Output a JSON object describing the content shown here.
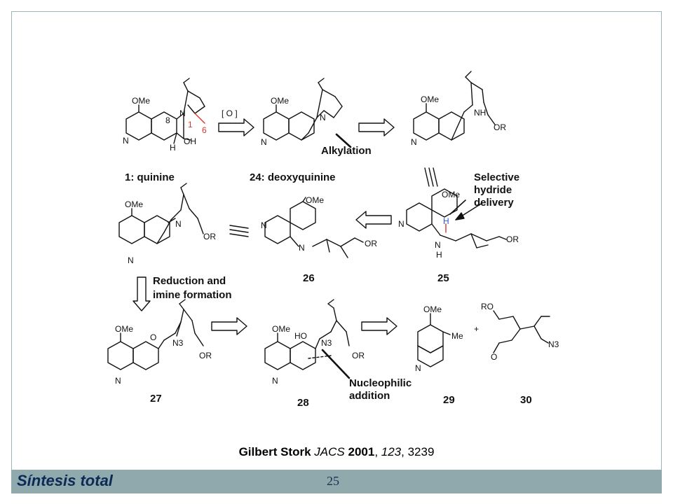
{
  "footer": {
    "title": "Síntesis total",
    "page_number": "25"
  },
  "citation": {
    "author": "Gilbert Stork",
    "journal": "JACS",
    "year": "2001",
    "volume": "123",
    "pages": "3239"
  },
  "scheme": {
    "compounds": {
      "c1": "1: quinine",
      "c24": "24: deoxyquinine",
      "c26": "26",
      "c25": "25",
      "c27": "27",
      "c28": "28",
      "c29": "29",
      "c30": "30"
    },
    "notes": {
      "alkylation": "Alkylation",
      "selective1": "Selective",
      "selective2": "hydride",
      "selective3": "delivery",
      "reduction1": "Reduction and",
      "reduction2": "imine formation",
      "nucleo1": "Nucleophilic",
      "nucleo2": "addition"
    },
    "atoms": {
      "ome": "OMe",
      "n": "N",
      "nh": "NH",
      "h": "H",
      "oh": "OH",
      "or": "OR",
      "ro": "RO",
      "me": "Me",
      "n3": "N3",
      "o": "O",
      "ho": "HO",
      "plus": "+",
      "oxidant": "[ O ]",
      "num8": "8",
      "num1": "1",
      "num6": "6"
    }
  }
}
